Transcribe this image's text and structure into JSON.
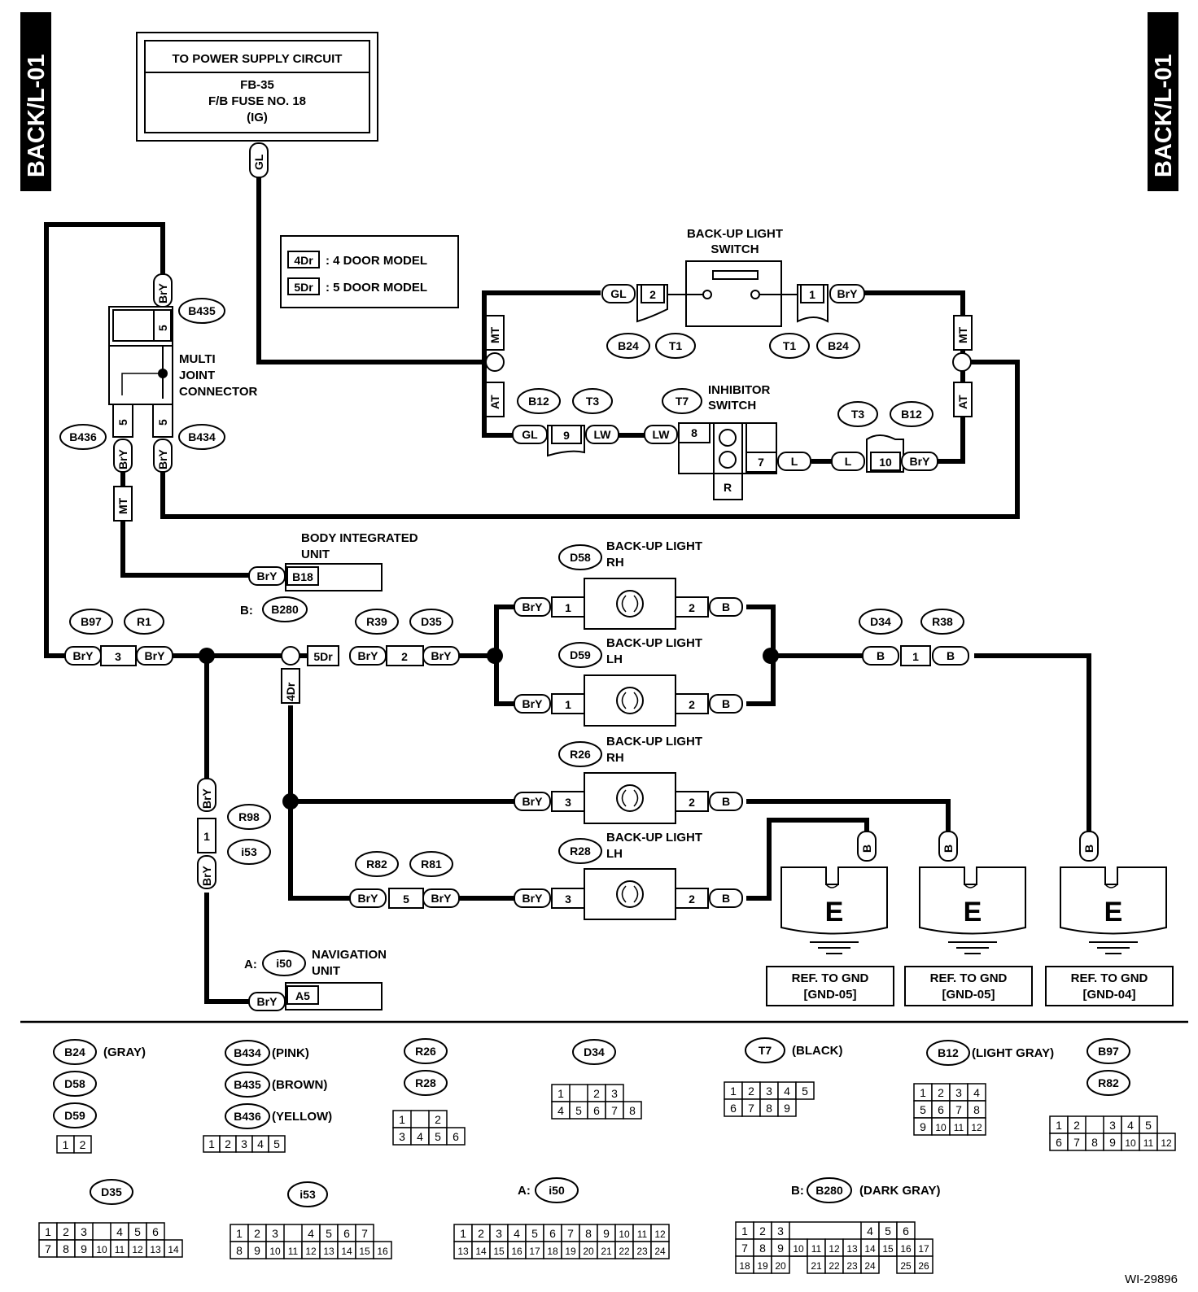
{
  "side_labels": {
    "left": "BACK/L-01",
    "right": "BACK/L-01"
  },
  "power_box": {
    "title": "TO POWER SUPPLY CIRCUIT",
    "line1": "FB-35",
    "line2": "F/B FUSE NO. 18",
    "line3": "(IG)"
  },
  "legend": {
    "l4": "4Dr",
    "t4": ": 4 DOOR MODEL",
    "l5": "5Dr",
    "t5": ": 5 DOOR MODEL"
  },
  "labels": {
    "bu_switch": [
      "BACK-UP LIGHT",
      "SWITCH"
    ],
    "inhibitor": [
      "INHIBITOR",
      "SWITCH"
    ],
    "mjc": [
      "MULTI",
      "JOINT",
      "CONNECTOR"
    ],
    "biu": [
      "BODY INTEGRATED",
      "UNIT"
    ],
    "nav": [
      "NAVIGATION",
      "UNIT"
    ],
    "d58": [
      "BACK-UP LIGHT",
      "RH"
    ],
    "d59": [
      "BACK-UP LIGHT",
      "LH"
    ],
    "r26": [
      "BACK-UP LIGHT",
      "RH"
    ],
    "r28": [
      "BACK-UP LIGHT",
      "LH"
    ],
    "b_prefix": "B:",
    "a_prefix": "A:",
    "R": "R"
  },
  "wires": {
    "GL": "GL",
    "BrY": "BrY",
    "LW": "LW",
    "L": "L",
    "B": "B",
    "MT": "MT",
    "AT": "AT",
    "Dr4": "4Dr",
    "Dr5": "5Dr"
  },
  "connectors": {
    "B435": "B435",
    "B436": "B436",
    "B434": "B434",
    "B24": "B24",
    "T1": "T1",
    "B12": "B12",
    "T3": "T3",
    "T7": "T7",
    "B97": "B97",
    "R1": "R1",
    "B280": "B280",
    "R39": "R39",
    "D35": "D35",
    "D58": "D58",
    "D59": "D59",
    "D34": "D34",
    "R38": "R38",
    "R26": "R26",
    "R28": "R28",
    "R98": "R98",
    "i53": "i53",
    "R82": "R82",
    "R81": "R81",
    "i50": "i50",
    "B18": "B18",
    "A5": "A5"
  },
  "pins": {
    "p1": "1",
    "p2": "2",
    "p3": "3",
    "p5": "5",
    "p7": "7",
    "p8": "8",
    "p9": "9",
    "p10": "10"
  },
  "grounds": [
    {
      "letter": "E",
      "ref": "REF. TO GND",
      "code": "[GND-05]"
    },
    {
      "letter": "E",
      "ref": "REF. TO GND",
      "code": "[GND-05]"
    },
    {
      "letter": "E",
      "ref": "REF. TO GND",
      "code": "[GND-04]"
    }
  ],
  "conn_legend": {
    "gray": "(GRAY)",
    "pink": "(PINK)",
    "brown": "(BROWN)",
    "yellow": "(YELLOW)",
    "black": "(BLACK)",
    "lightgray": "(LIGHT GRAY)",
    "darkgray": "(DARK GRAY)",
    "g_b24": {
      "r1": [
        "1",
        "2"
      ]
    },
    "g_b434": {
      "r1": [
        "1",
        "2",
        "3",
        "4",
        "5"
      ]
    },
    "g_r26": {
      "r1": [
        "1",
        "",
        "2"
      ],
      "r2": [
        "3",
        "4",
        "5",
        "6"
      ]
    },
    "g_d34": {
      "r1": [
        "1",
        "",
        "2",
        "3"
      ],
      "r2": [
        "4",
        "5",
        "6",
        "7",
        "8"
      ]
    },
    "g_t7": {
      "r1": [
        "1",
        "2",
        "3",
        "4",
        "5"
      ],
      "r2": [
        "6",
        "7",
        "8",
        "9"
      ]
    },
    "g_b12": {
      "r1": [
        "1",
        "2",
        "3",
        "4"
      ],
      "r2": [
        "5",
        "6",
        "7",
        "8"
      ],
      "r3": [
        "9",
        "10",
        "11",
        "12"
      ]
    },
    "g_b97": {
      "r1": [
        "1",
        "2",
        "",
        "3",
        "4",
        "5"
      ],
      "r2": [
        "6",
        "7",
        "8",
        "9",
        "10",
        "11",
        "12"
      ]
    },
    "g_d35": {
      "r1": [
        "1",
        "2",
        "3",
        "",
        "4",
        "5",
        "6"
      ],
      "r2": [
        "7",
        "8",
        "9",
        "10",
        "11",
        "12",
        "13",
        "14"
      ]
    },
    "g_i53": {
      "r1": [
        "1",
        "2",
        "3",
        "",
        "4",
        "5",
        "6",
        "7"
      ],
      "r2": [
        "8",
        "9",
        "10",
        "11",
        "12",
        "13",
        "14",
        "15",
        "16"
      ]
    },
    "g_i50": {
      "r1": [
        "1",
        "2",
        "3",
        "4",
        "5",
        "6",
        "7",
        "8",
        "9",
        "10",
        "11",
        "12"
      ],
      "r2": [
        "13",
        "14",
        "15",
        "16",
        "17",
        "18",
        "19",
        "20",
        "21",
        "22",
        "23",
        "24"
      ]
    },
    "g_b280": {
      "r1": [
        "1",
        "2",
        "3",
        "",
        "",
        "",
        "",
        "4",
        "5",
        "6"
      ],
      "r2": [
        "7",
        "8",
        "9",
        "10",
        "11",
        "12",
        "13",
        "14",
        "15",
        "16",
        "17"
      ],
      "r3": [
        "18",
        "19",
        "20",
        "",
        "21",
        "22",
        "23",
        "24",
        "",
        "25",
        "26"
      ]
    }
  },
  "figure_id": "WI-29896"
}
